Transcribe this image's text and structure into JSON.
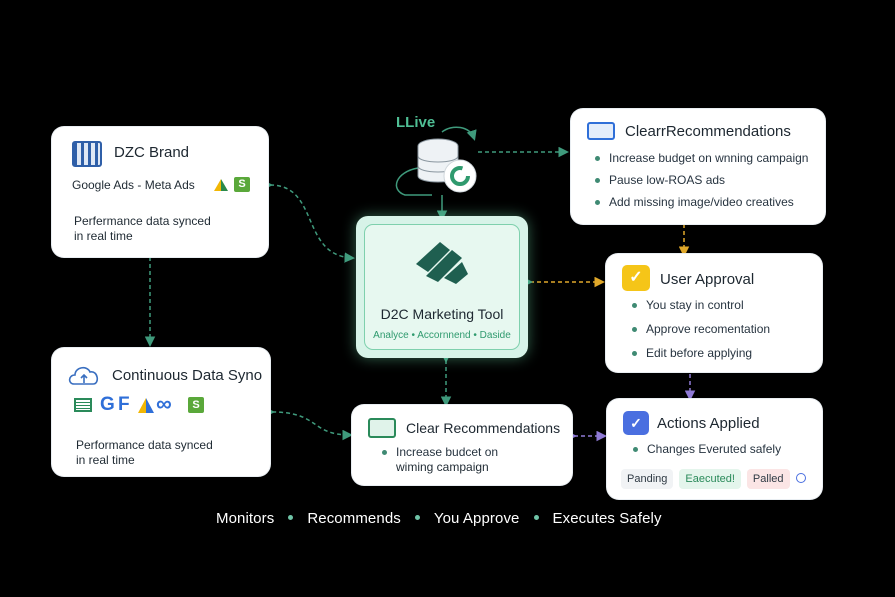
{
  "live_label": "LLive",
  "brand": {
    "title": "DZC Brand",
    "sources": "Google Ads - Meta Ads",
    "desc_line1": "Perfermance data synced",
    "desc_line2": "in real time"
  },
  "sync": {
    "title": "Continuous Data Syno",
    "desc_line1": "Performance data synced",
    "desc_line2": "in real time"
  },
  "tool": {
    "title": "D2C Marketing Tool",
    "subtitle": "Analyce • Accornnend • Daside"
  },
  "top_reco": {
    "title": "ClearrRecommendations",
    "items": [
      "Increase budget on wnning campaign",
      "Pause low-ROAS ads",
      "Add missing image/video creatives"
    ]
  },
  "approval": {
    "title": "User Approval",
    "items": [
      "You stay in control",
      "Approve recomentation",
      "Edit before applying"
    ]
  },
  "bottom_reco": {
    "title": "Clear Recommendations",
    "item_line1": "Increase budcet on",
    "item_line2": "wiming campaign"
  },
  "actions": {
    "title": "Actions Applied",
    "item": "Changes Everuted safely",
    "chips": [
      "Panding",
      "Eaecuted!",
      "Palled"
    ]
  },
  "footer": [
    "Monitors",
    "Recommends",
    "You Approve",
    "Executes Safely"
  ],
  "colors": {
    "accent": "#3f8a73",
    "tool_bg": "#d7f3e8",
    "approval_icon": "#f5c518",
    "actions_icon": "#4a6fe0",
    "reco_icon": "#2f6fd8"
  }
}
